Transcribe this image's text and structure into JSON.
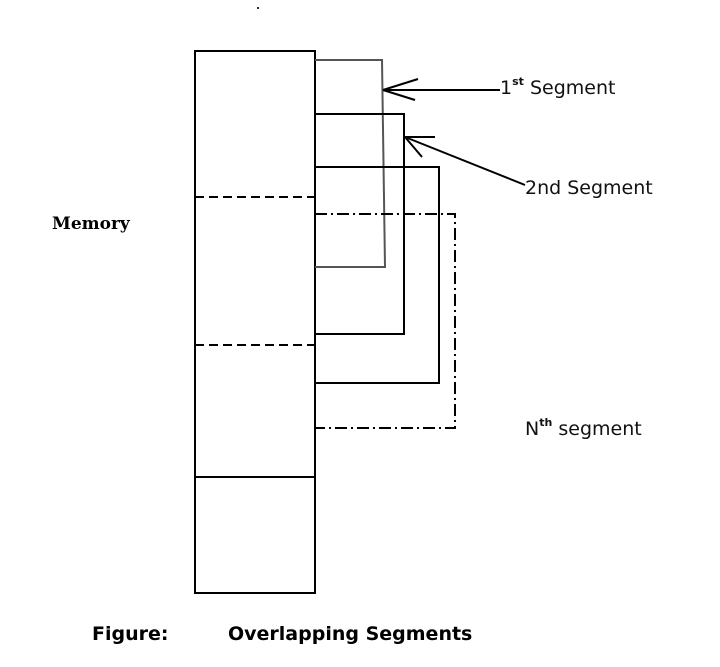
{
  "diagram": {
    "memory_label": "Memory",
    "segments": [
      {
        "label_main": "1",
        "label_sup": "st",
        "label_rest": " Segment",
        "style": "solid"
      },
      {
        "label_main": "2nd Segment",
        "label_sup": "",
        "label_rest": "",
        "style": "solid"
      },
      {
        "label_main": "",
        "label_sup": "",
        "label_rest": "",
        "style": "solid"
      },
      {
        "label_main": "N",
        "label_sup": "th",
        "label_rest": " segment",
        "style": "dash-dot"
      }
    ],
    "caption_prefix": "Figure:",
    "caption_title": "Overlapping Segments"
  }
}
